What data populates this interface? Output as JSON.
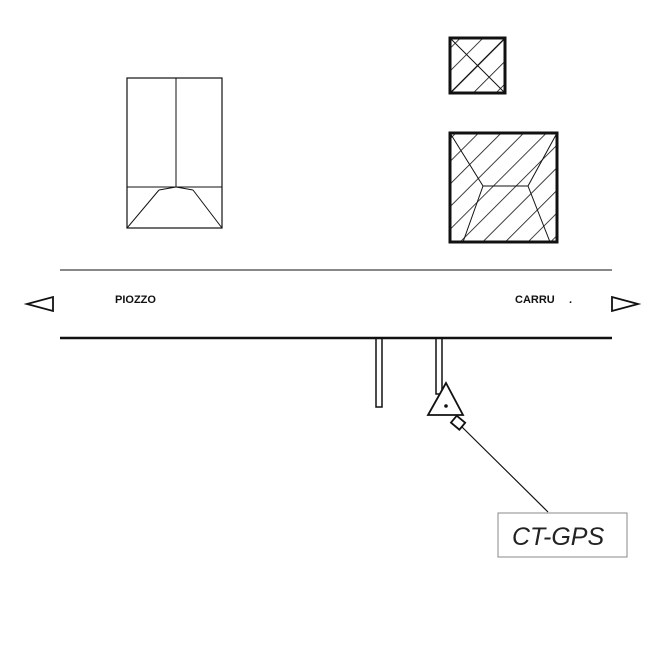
{
  "road": {
    "left_label": "PIOZZO",
    "right_label": "CARRU",
    "right_dot": "."
  },
  "callout": {
    "label": "CT-GPS"
  },
  "colors": {
    "line": "#111111",
    "callout_border": "#888888"
  },
  "icons": {
    "left_direction": "arrow-left-triangle-icon",
    "right_direction": "arrow-right-triangle-icon",
    "camera": "camera-icon"
  }
}
